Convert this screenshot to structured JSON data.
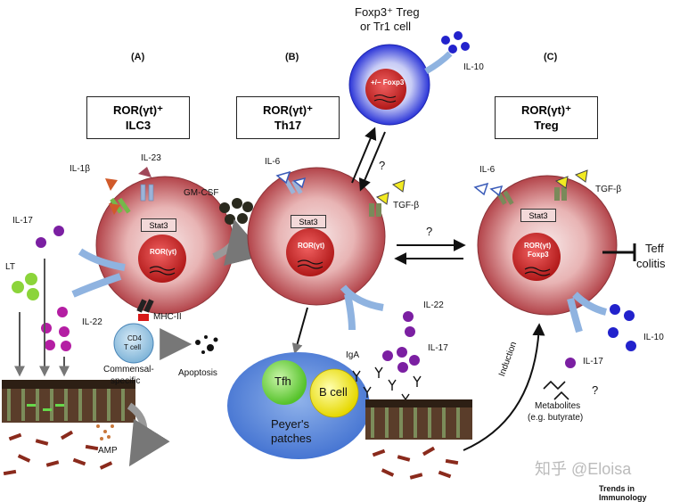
{
  "panels": {
    "a": {
      "letter": "(A)",
      "title_line1": "ROR(γt)⁺",
      "title_line2": "ILC3"
    },
    "b": {
      "letter": "(B)",
      "title_line1": "ROR(γt)⁺",
      "title_line2": "Th17"
    },
    "c": {
      "letter": "(C)",
      "title_line1": "ROR(γt)⁺",
      "title_line2": "Treg"
    }
  },
  "treg_top": {
    "line1": "Foxp3⁺ Treg",
    "line2": "or Tr1 cell",
    "nucleus": "+/− Foxp3",
    "output": "IL-10"
  },
  "ilc3": {
    "il1b": "IL-1β",
    "il23": "IL-23",
    "gmcsf": "GM-CSF",
    "stat3": "Stat3",
    "nucleus": "ROR(γt)",
    "il17": "IL-17",
    "lt": "LT",
    "il22": "IL-22",
    "mhc": "MHC-II",
    "cd4_line1": "CD4",
    "cd4_line2": "T cell",
    "commensal_line1": "Commensal-",
    "commensal_line2": "specific",
    "apoptosis": "Apoptosis",
    "amp": "AMP"
  },
  "th17": {
    "il6": "IL-6",
    "tgfb": "TGF-β",
    "stat3": "Stat3",
    "nucleus": "ROR(γt)",
    "q_top": "?",
    "q_mid": "?",
    "il22": "IL-22",
    "il17": "IL-17",
    "iga": "IgA",
    "tfh": "Tfh",
    "bcell": "B  cell",
    "peyers_line1": "Peyer's",
    "peyers_line2": "patches",
    "induction": "Induction"
  },
  "treg_c": {
    "il6": "IL-6",
    "tgfb": "TGF-β",
    "stat3": "Stat3",
    "nucleus_line1": "ROR(γt)",
    "nucleus_line2": "Foxp3",
    "teff_line1": "Teff",
    "teff_line2": "colitis",
    "il10": "IL-10",
    "il17": "IL-17",
    "metab_line1": "Metabolites",
    "metab_line2": "(e.g. butyrate)",
    "q": "?"
  },
  "watermark": "知乎 @Eloisa",
  "credit": "Trends in Immunology",
  "colors": {
    "cell_red": "#c0393b",
    "treg_blue": "#2f3ae0",
    "receptor": "#9bb3d8",
    "purple": "#7b1fa2",
    "green": "#8bd43a",
    "blue_dot": "#2222cc"
  }
}
